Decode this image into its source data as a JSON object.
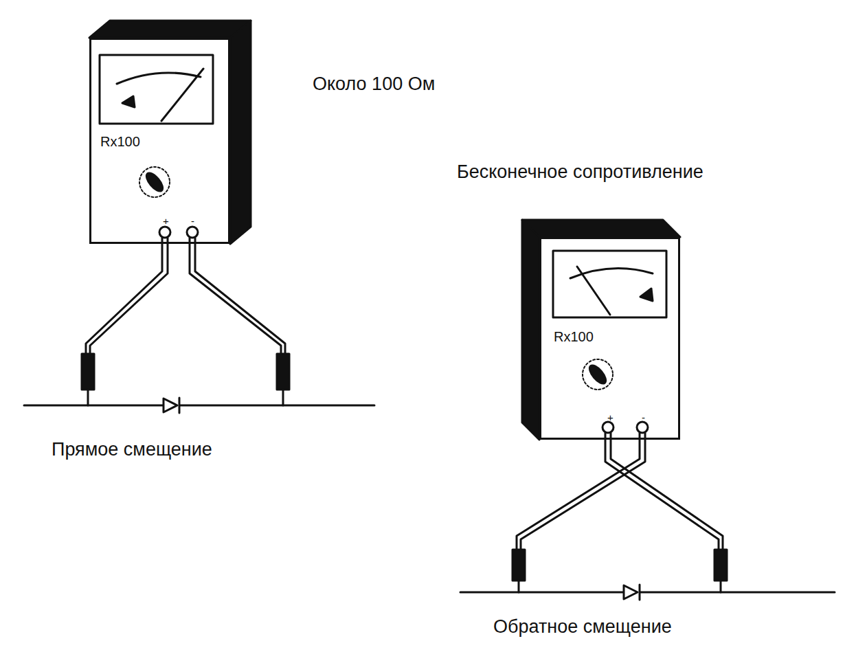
{
  "diagram": {
    "nodes": [
      {
        "text": [
          "Rx100",
          "+",
          "-"
        ]
      },
      {
        "text": [
          "Rx100",
          "+",
          "-"
        ]
      }
    ],
    "edges": [],
    "labels": [
      "Около 100 Ом",
      "Бесконечное сопротивление",
      "Прямое смещение",
      "Обратное смещение"
    ]
  }
}
